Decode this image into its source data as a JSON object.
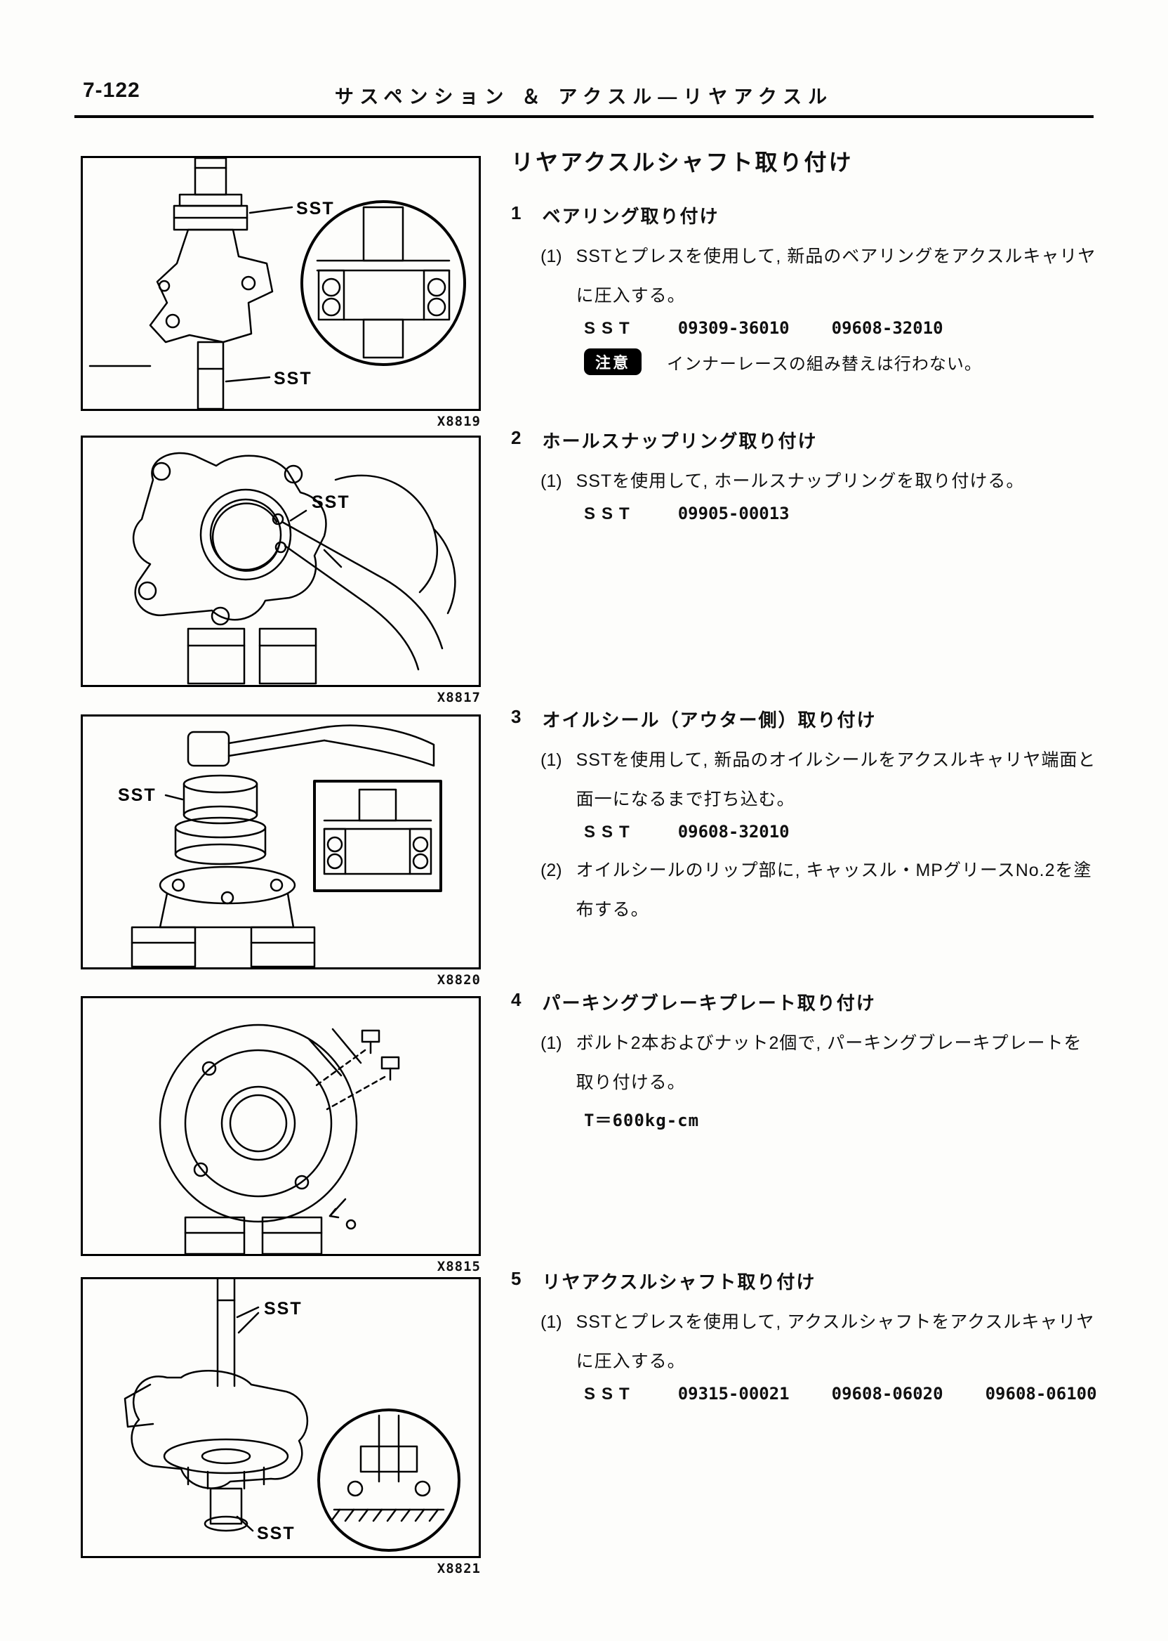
{
  "page": {
    "number": "7-122",
    "header_title": "サスペンション ＆ アクスル―リヤアクスル",
    "title": "リヤアクスルシャフト取り付け"
  },
  "figures": [
    {
      "code": "X8819",
      "labels": [
        "SST",
        "SST"
      ]
    },
    {
      "code": "X8817",
      "labels": [
        "SST"
      ]
    },
    {
      "code": "X8820",
      "labels": [
        "SST"
      ]
    },
    {
      "code": "X8815",
      "labels": []
    },
    {
      "code": "X8821",
      "labels": [
        "SST",
        "SST"
      ]
    }
  ],
  "sections": [
    {
      "num": "1",
      "heading": "ベアリング取り付け",
      "steps": [
        {
          "num": "(1)",
          "text": "SSTとプレスを使用して, 新品のベアリングをアクスルキャリヤに圧入する。"
        }
      ],
      "sst_label": "SST",
      "sst_codes": [
        "09309-36010",
        "09608-32010"
      ],
      "note_badge": "注意",
      "note_text": "インナーレースの組み替えは行わない。"
    },
    {
      "num": "2",
      "heading": "ホールスナップリング取り付け",
      "steps": [
        {
          "num": "(1)",
          "text": "SSTを使用して, ホールスナップリングを取り付ける。"
        }
      ],
      "sst_label": "SST",
      "sst_codes": [
        "09905-00013"
      ]
    },
    {
      "num": "3",
      "heading": "オイルシール（アウター側）取り付け",
      "steps": [
        {
          "num": "(1)",
          "text": "SSTを使用して, 新品のオイルシールをアクスルキャリヤ端面と面一になるまで打ち込む。"
        },
        {
          "num": "(2)",
          "text": "オイルシールのリップ部に, キャッスル・MPグリースNo.2を塗布する。"
        }
      ],
      "sst_label": "SST",
      "sst_codes": [
        "09608-32010"
      ]
    },
    {
      "num": "4",
      "heading": "パーキングブレーキプレート取り付け",
      "steps": [
        {
          "num": "(1)",
          "text": "ボルト2本およびナット2個で, パーキングブレーキプレートを取り付ける。"
        }
      ],
      "torque": "T＝600kg-cm"
    },
    {
      "num": "5",
      "heading": "リヤアクスルシャフト取り付け",
      "steps": [
        {
          "num": "(1)",
          "text": "SSTとプレスを使用して, アクスルシャフトをアクスルキャリヤに圧入する。"
        }
      ],
      "sst_label": "SST",
      "sst_codes": [
        "09315-00021",
        "09608-06020",
        "09608-06100"
      ]
    }
  ]
}
